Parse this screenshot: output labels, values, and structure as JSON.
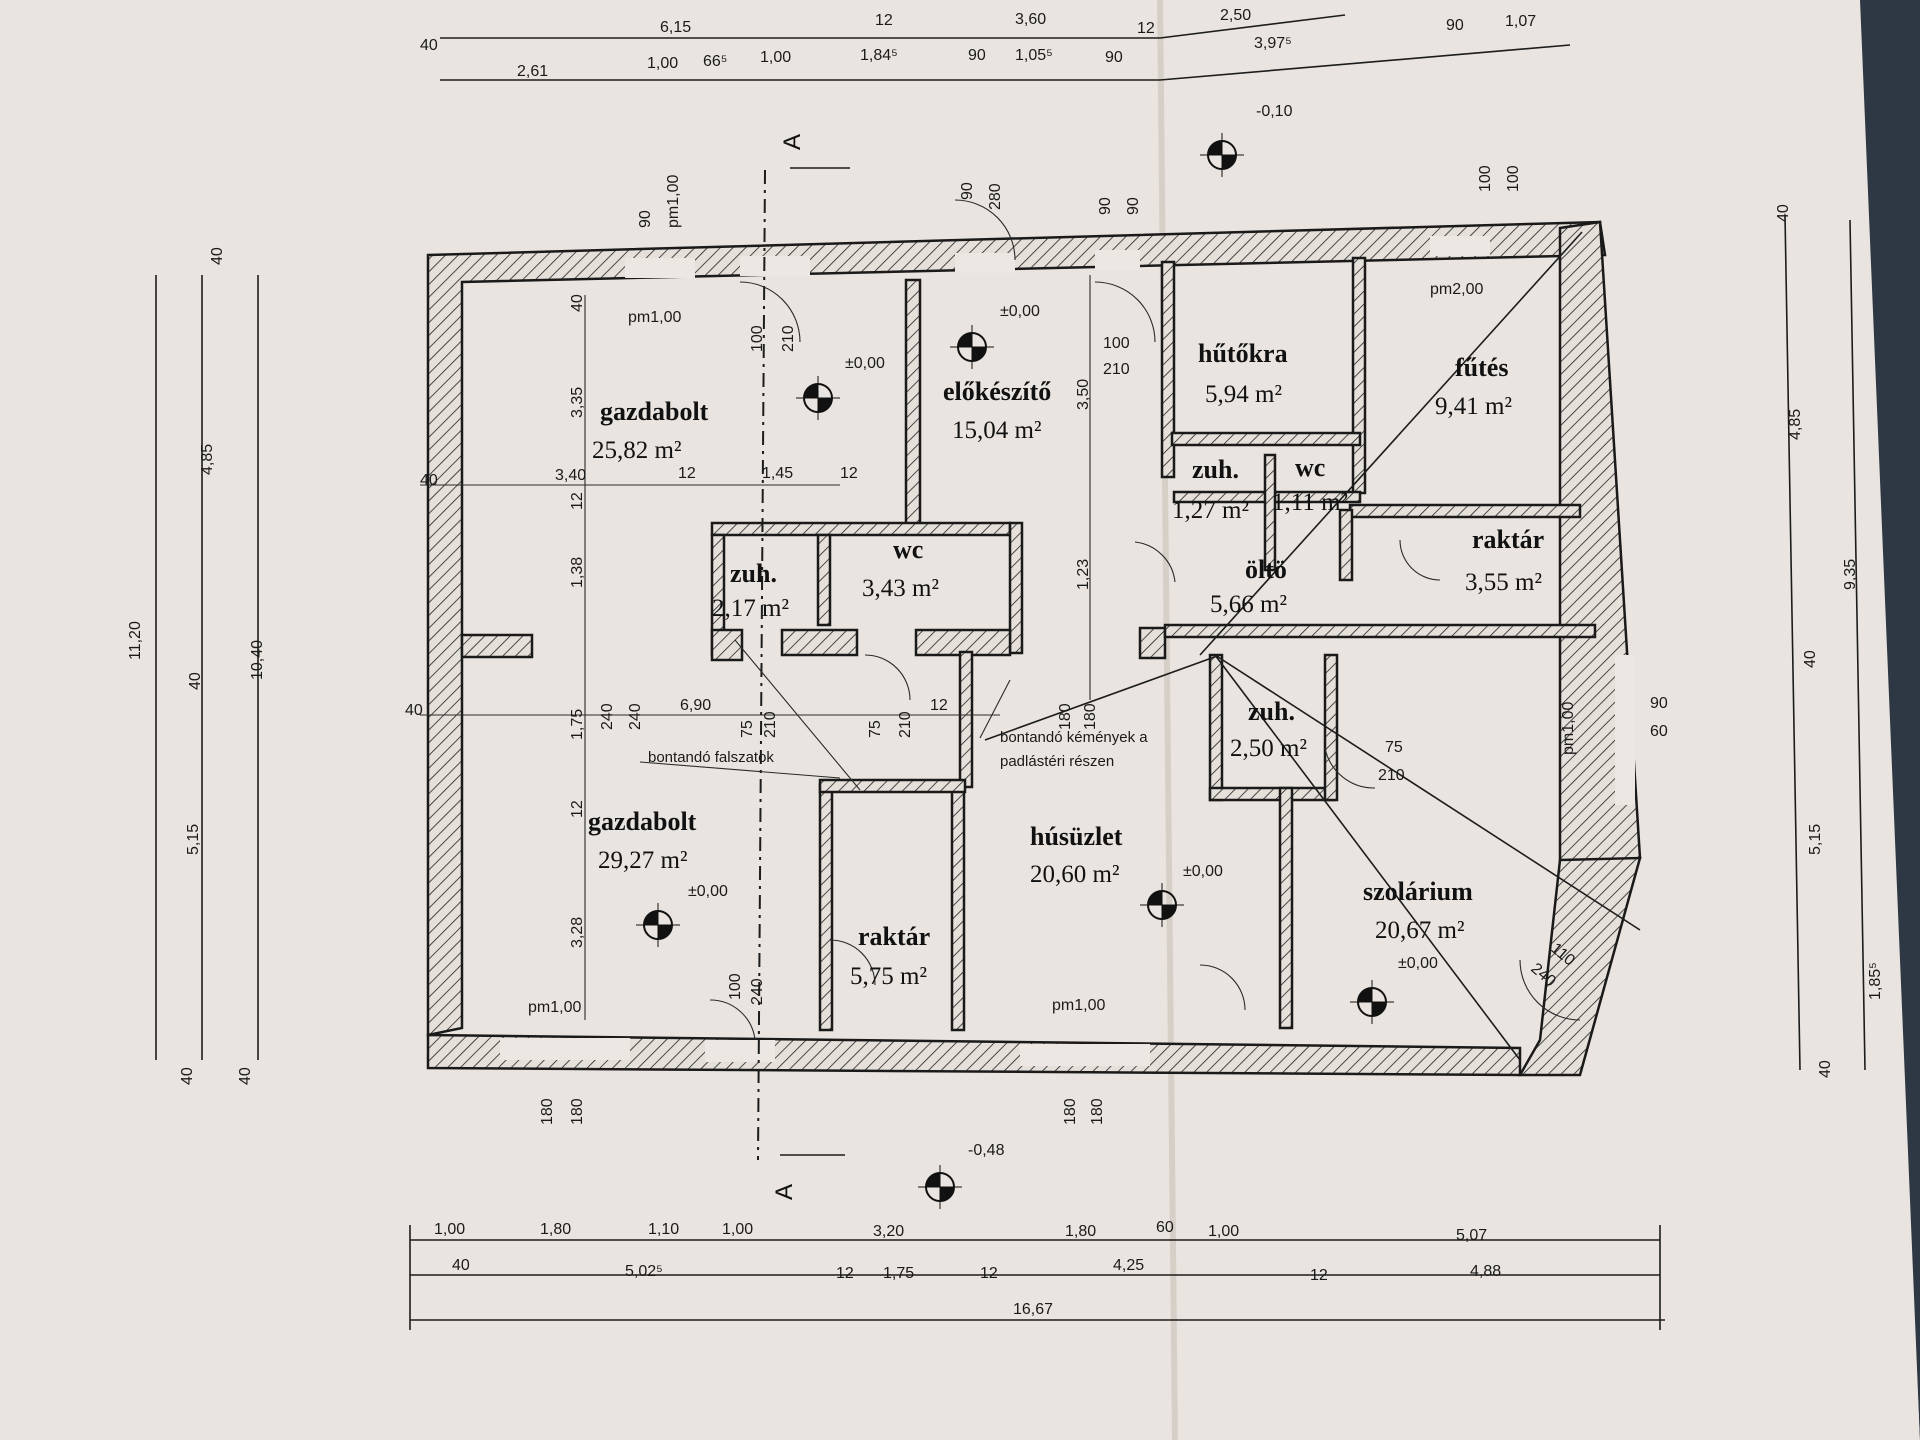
{
  "rooms": [
    {
      "name": "gazdabolt",
      "area": "25,82 m²",
      "level": "±0,00",
      "pm": "pm1,00"
    },
    {
      "name": "előkészítő",
      "area": "15,04 m²",
      "level": "±0,00"
    },
    {
      "name": "hűtőkra",
      "area": "5,94 m²"
    },
    {
      "name": "fűtés",
      "area": "9,41 m²",
      "pm": "pm2,00"
    },
    {
      "name": "zuh.",
      "area": "1,27 m²"
    },
    {
      "name": "wc",
      "area": "1,11 m²"
    },
    {
      "name": "zuh.",
      "area": "2,17 m²"
    },
    {
      "name": "wc",
      "area": "3,43 m²"
    },
    {
      "name": "öltö",
      "area": "5,66 m²"
    },
    {
      "name": "raktár",
      "area": "3,55 m²"
    },
    {
      "name": "zuh.",
      "area": "2,50 m²"
    },
    {
      "name": "gazdabolt",
      "area": "29,27 m²",
      "level": "±0,00",
      "pm": "pm1,00"
    },
    {
      "name": "húsüzlet",
      "area": "20,60 m²",
      "level": "±0,00",
      "pm": "pm1,00"
    },
    {
      "name": "raktár",
      "area": "5,75 m²"
    },
    {
      "name": "szolárium",
      "area": "20,67 m²",
      "level": "±0,00"
    }
  ],
  "levels": {
    "entrance_top": "-0,10",
    "entrance_bottom": "-0,48",
    "pm00": "pm1,00"
  },
  "notes": {
    "walls": "bontandó falszatok",
    "chimney_1": "bontandó kémények a",
    "chimney_2": "padlástéri részen"
  },
  "section_mark": "A",
  "dims_top_row1": [
    "6,15",
    "12",
    "3,60",
    "12",
    "2,50"
  ],
  "dims_top_row2": [
    "40",
    "2,61",
    "1,00",
    "66⁵",
    "1,00",
    "1,84⁵",
    "90",
    "1,05⁵",
    "90",
    "3,97⁵",
    "90",
    "1,07"
  ],
  "dims_bottom_row1": [
    "1,00",
    "1,80",
    "1,10",
    "1,00",
    "3,20",
    "1,80",
    "60",
    "1,00",
    "5,07"
  ],
  "dims_bottom_row2": [
    "40",
    "5,02⁵",
    "12",
    "1,75",
    "12",
    "4,25",
    "12",
    "4,88"
  ],
  "dims_bottom_total": "16,67",
  "dims_left": [
    "11,20",
    "4,85",
    "10,40",
    "5,15",
    "40",
    "40",
    "40",
    "40"
  ],
  "dims_right": [
    "40",
    "4,85",
    "9,35",
    "40",
    "5,15",
    "1,85⁵",
    "40"
  ],
  "dims_interior": [
    "3,35",
    "1,38",
    "1,75",
    "3,28",
    "3,40",
    "12",
    "1,45",
    "12",
    "6,90",
    "12",
    "3,50",
    "1,23",
    "40",
    "12",
    "12",
    "40",
    "40"
  ],
  "door_labels": [
    "100",
    "210",
    "90",
    "280",
    "90",
    "90",
    "100",
    "210",
    "75",
    "210",
    "75",
    "210",
    "240",
    "240",
    "180",
    "180",
    "110",
    "240",
    "75",
    "210",
    "100",
    "240",
    "180",
    "180",
    "180",
    "180",
    "90",
    "60",
    "100",
    "100",
    "90",
    "pm1,00"
  ]
}
